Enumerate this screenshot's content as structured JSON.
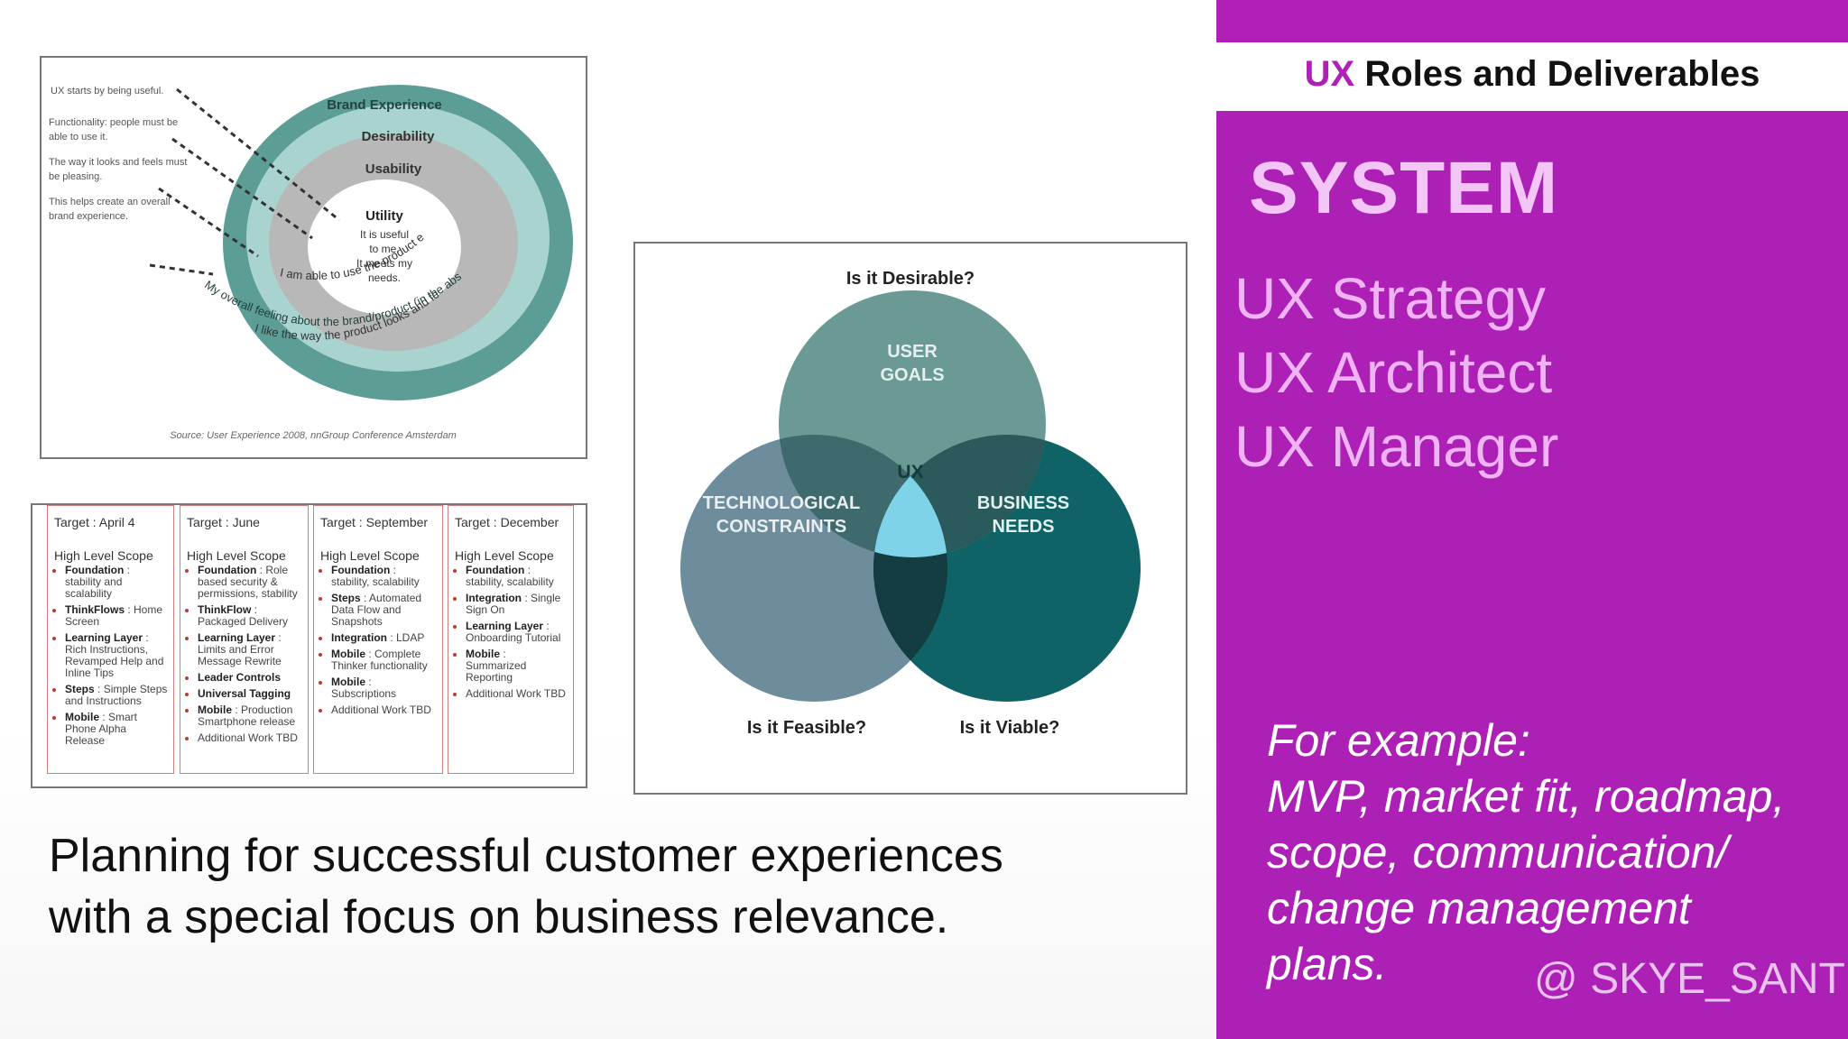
{
  "slide": {
    "panel_title_ux": "UX",
    "panel_title_rest": " Roles and Deliverables",
    "system": "SYSTEM",
    "roles": [
      "UX Strategy",
      "UX Architect",
      "UX Manager"
    ],
    "example_lines": [
      "For example:",
      "MVP, market fit, roadmap,",
      "scope, communication/",
      "change management",
      "plans."
    ],
    "handle": "@ SKYE_SANT",
    "caption_lines": [
      "Planning for successful customer experiences",
      "with a special focus on business relevance."
    ],
    "colors": {
      "purple": "#ad20b5",
      "roles_text": "#f0b4f5",
      "venn_top": "#6b9a94",
      "venn_left": "#6d8c9c",
      "venn_right": "#0f6265",
      "venn_center": "#7fd3e8"
    }
  },
  "onion": {
    "notes": [
      "UX starts by being useful.",
      "Functionality: people must be able to use it.",
      "The way it looks and feels must be pleasing.",
      "This helps create an overall brand experience."
    ],
    "rings": [
      "Brand Experience",
      "Desirability",
      "Usability",
      "Utility"
    ],
    "utility_text": [
      "It is useful",
      "to me.",
      "It meets my",
      "needs."
    ],
    "curved": [
      "I am able to use the product easily.",
      "I like the way the product looks and feels.",
      "My overall feeling about the brand/product (in the abstract) is good."
    ],
    "source": "Source: User Experience 2008, nnGroup Conference Amsterdam"
  },
  "roadmap": {
    "columns": [
      {
        "target": "Target : April 4",
        "scope": "High Level Scope",
        "items": [
          [
            "Foundation",
            " : stability and scalability"
          ],
          [
            "ThinkFlows",
            " : Home Screen"
          ],
          [
            "Learning Layer",
            " : Rich Instructions, Revamped Help and Inline Tips"
          ],
          [
            "Steps",
            " : Simple Steps and Instructions"
          ],
          [
            "Mobile",
            " : Smart Phone Alpha Release"
          ]
        ]
      },
      {
        "target": "Target : June",
        "scope": "High Level Scope",
        "items": [
          [
            "Foundation",
            " :  Role based security & permissions, stability"
          ],
          [
            "ThinkFlow",
            " : Packaged Delivery"
          ],
          [
            "Learning Layer",
            " : Limits and Error Message Rewrite"
          ],
          [
            "Leader Controls",
            ""
          ],
          [
            "Universal Tagging",
            ""
          ],
          [
            "Mobile",
            " : Production Smartphone release"
          ],
          [
            "",
            "Additional Work TBD"
          ]
        ]
      },
      {
        "target": "Target : September",
        "scope": "High Level Scope",
        "items": [
          [
            "Foundation",
            " : stability, scalability"
          ],
          [
            "Steps",
            " : Automated Data Flow and Snapshots"
          ],
          [
            "Integration",
            " : LDAP"
          ],
          [
            "Mobile",
            " : Complete Thinker functionality"
          ],
          [
            "Mobile",
            " : Subscriptions"
          ],
          [
            "",
            "Additional Work TBD"
          ]
        ]
      },
      {
        "target": "Target : December",
        "scope": "High Level Scope",
        "items": [
          [
            "Foundation",
            " : stability, scalability"
          ],
          [
            "Integration",
            " : Single Sign On"
          ],
          [
            "Learning Layer",
            " : Onboarding Tutorial"
          ],
          [
            "Mobile",
            " : Summarized Reporting"
          ],
          [
            "",
            "Additional Work TBD"
          ]
        ]
      }
    ]
  },
  "venn": {
    "q_top": "Is it Desirable?",
    "q_left": "Is it Feasible?",
    "q_right": "Is it Viable?",
    "top_label": [
      "USER",
      "GOALS"
    ],
    "left_label": [
      "TECHNOLOGICAL",
      "CONSTRAINTS"
    ],
    "right_label": [
      "BUSINESS",
      "NEEDS"
    ],
    "center": "UX"
  }
}
